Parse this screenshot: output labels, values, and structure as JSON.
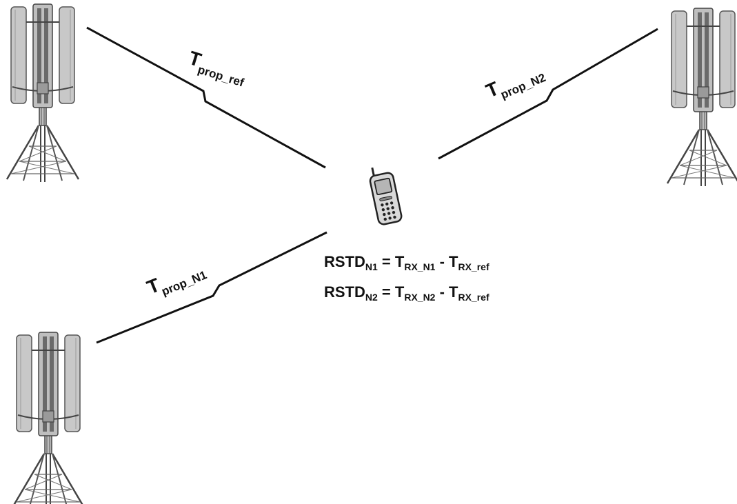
{
  "diagram": {
    "towers": [
      {
        "id": "ref",
        "label": ""
      },
      {
        "id": "N2",
        "label": ""
      },
      {
        "id": "N1",
        "label": ""
      }
    ],
    "links": [
      {
        "id": "ref",
        "main": "T",
        "sub": "prop_ref"
      },
      {
        "id": "N2",
        "main": "T",
        "sub": "prop_N2"
      },
      {
        "id": "N1",
        "main": "T",
        "sub": "prop_N1"
      }
    ],
    "equations": [
      {
        "lhs_main": "RSTD",
        "lhs_sub": "N1",
        "eq": " = ",
        "t1_main": "T",
        "t1_sub": "RX_N1",
        "minus": " - ",
        "t2_main": "T",
        "t2_sub": "RX_ref"
      },
      {
        "lhs_main": "RSTD",
        "lhs_sub": "N2",
        "eq": " = ",
        "t1_main": "T",
        "t1_sub": "RX_N2",
        "minus": " - ",
        "t2_main": "T",
        "t2_sub": "RX_ref"
      }
    ],
    "colors": {
      "panel_fill": "#c8c8c8",
      "panel_stroke": "#555555",
      "mast": "#444444",
      "line": "#111111",
      "phone_body": "#d9d9d9"
    }
  }
}
